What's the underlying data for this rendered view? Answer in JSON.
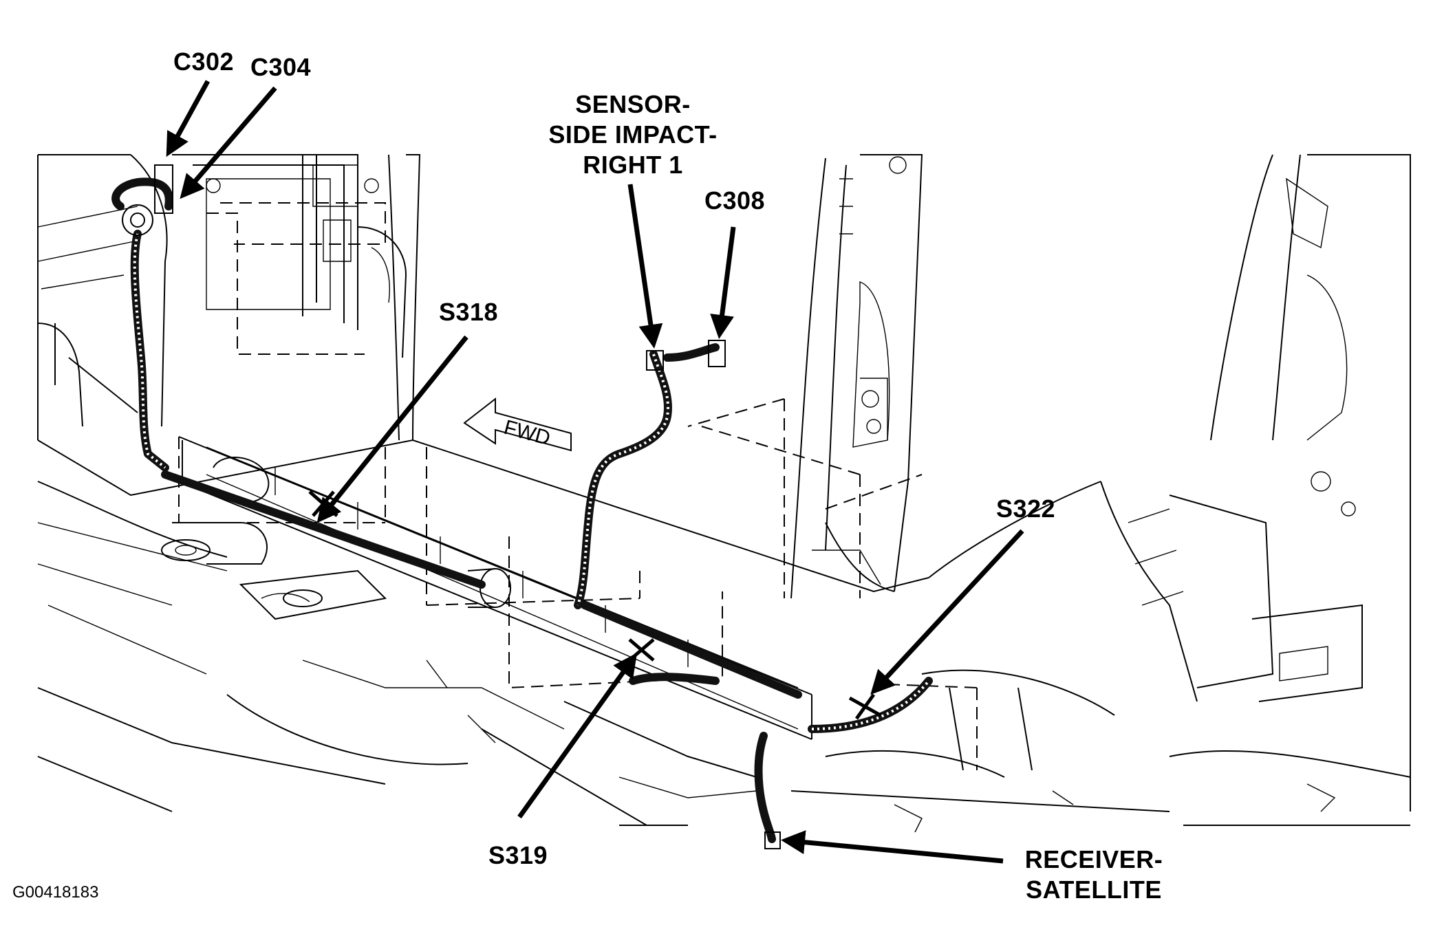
{
  "callouts": {
    "c302": "C302",
    "c304": "C304",
    "sensor": "SENSOR-\nSIDE IMPACT-\nRIGHT 1",
    "c308": "C308",
    "s318": "S318",
    "s322": "S322",
    "s319": "S319",
    "receiver": "RECEIVER-\nSATELLITE"
  },
  "direction_arrow": "FWD",
  "figure_id": "G00418183"
}
